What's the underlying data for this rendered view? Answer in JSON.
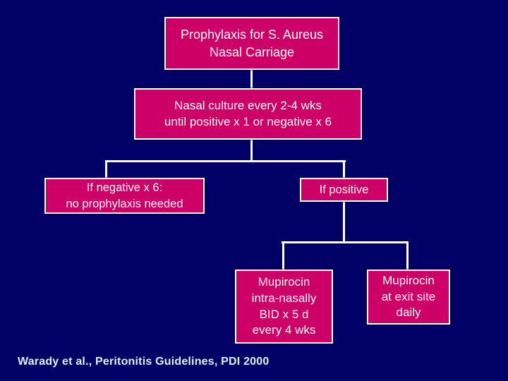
{
  "slide": {
    "citation": "Warady et al., Peritonitis Guidelines, PDI 2000",
    "colors": {
      "background": "#000066",
      "box_fill": "#CC0066",
      "box_border": "#FFFFFF",
      "connector": "#FFFFFF",
      "box_text": "#FFFFFF",
      "citation_text": "#DCF2F2"
    }
  },
  "flowchart": {
    "title_box": {
      "lines": [
        "Prophylaxis for S. Aureus",
        "Nasal Carriage"
      ]
    },
    "culture_box": {
      "lines": [
        "Nasal culture every 2-4 wks",
        "until positive x 1 or negative x 6"
      ]
    },
    "negative_box": {
      "lines": [
        "If negative x 6:",
        "no prophylaxis needed"
      ]
    },
    "positive_box": {
      "lines": [
        "If positive"
      ]
    },
    "mupirocin_nasal_box": {
      "lines": [
        "Mupirocin",
        "intra-nasally",
        "BID x 5 d",
        "every 4 wks"
      ]
    },
    "mupirocin_exit_box": {
      "lines": [
        "Mupirocin",
        "at exit site",
        "daily"
      ]
    }
  }
}
